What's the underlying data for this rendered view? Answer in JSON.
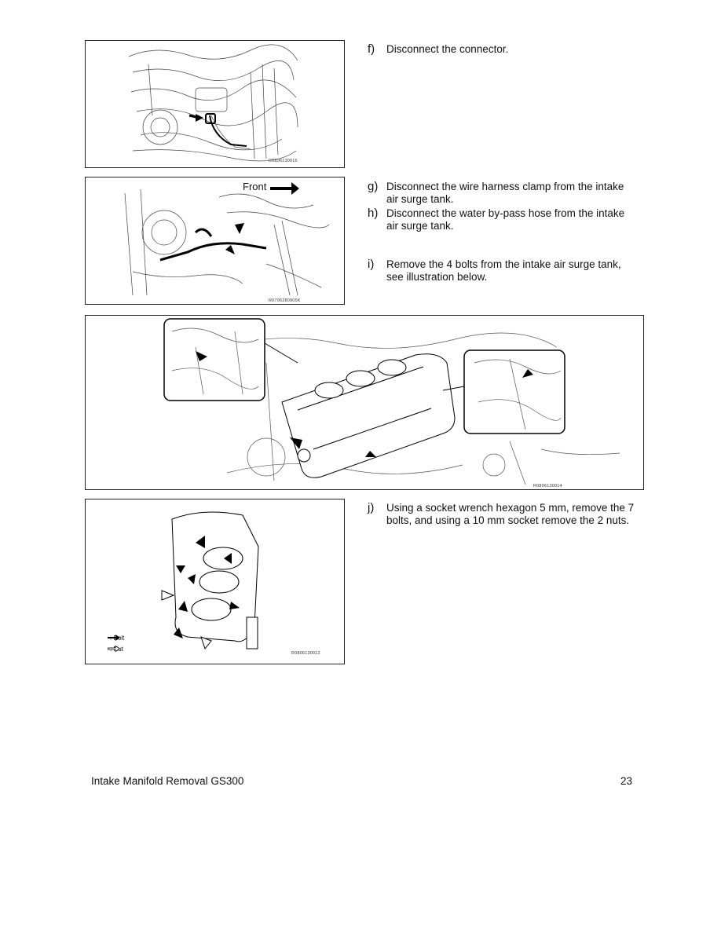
{
  "figures": [
    {
      "code": "R0806130015"
    },
    {
      "code": "R0706280905K",
      "front_label": "Front"
    },
    {
      "code": "R0806130014"
    },
    {
      "code": "R0806130012",
      "legend": [
        {
          "icon": "solid-arrow-icon",
          "label": ": Bolt"
        },
        {
          "icon": "hollow-arrow-icon",
          "label": ": Nut"
        }
      ]
    }
  ],
  "steps": [
    {
      "letter": "f)",
      "text": "Disconnect the connector."
    },
    {
      "letter": "g)",
      "text": "Disconnect the wire harness clamp from the intake air surge tank."
    },
    {
      "letter": "h)",
      "text": "Disconnect the water by-pass hose from the intake air surge tank."
    },
    {
      "letter": "i)",
      "text": "Remove the 4 bolts from the intake air surge tank, see illustration below."
    },
    {
      "letter": "j)",
      "text": "Using a socket wrench hexagon 5 mm, remove the 7 bolts, and using a 10 mm socket remove the 2 nuts."
    }
  ],
  "footer": {
    "title": "Intake Manifold Removal GS300",
    "page_number": "23"
  }
}
